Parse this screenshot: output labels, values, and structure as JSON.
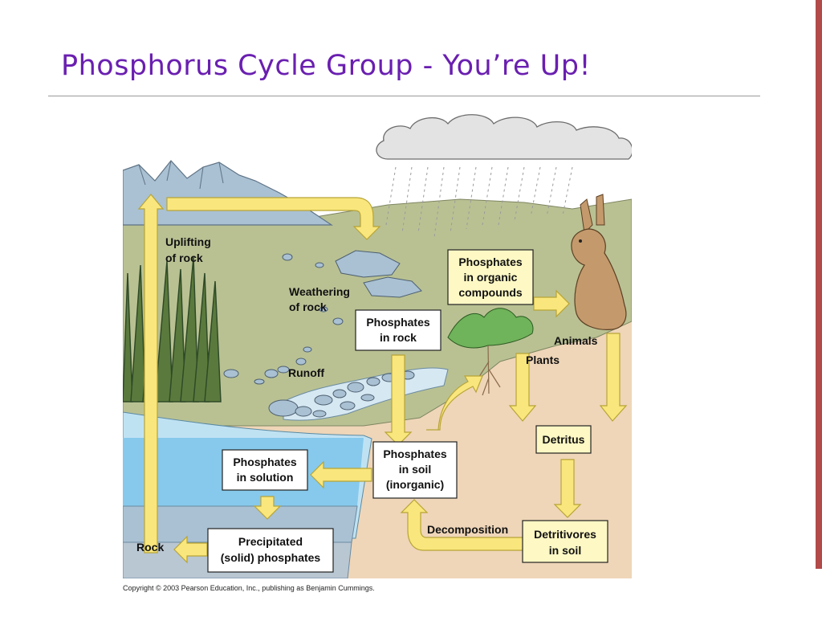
{
  "slide": {
    "title": "Phosphorus Cycle Group - You’re Up!",
    "copyright": "Copyright © 2003 Pearson Education, Inc., publishing as Benjamin Cummings."
  },
  "diagram": {
    "labels": {
      "uplifting_1": "Uplifting",
      "uplifting_2": "of rock",
      "weathering_1": "Weathering",
      "weathering_2": "of rock",
      "runoff": "Runoff",
      "animals": "Animals",
      "plants": "Plants",
      "decomposition": "Decomposition",
      "rock": "Rock"
    },
    "boxes": {
      "phosphates_in_rock": [
        "Phosphates",
        "in rock"
      ],
      "phosphates_organic": [
        "Phosphates",
        "in organic",
        "compounds"
      ],
      "detritus": [
        "Detritus"
      ],
      "phosphates_soil": [
        "Phosphates",
        "in soil",
        "(inorganic)"
      ],
      "phosphates_solution": [
        "Phosphates",
        "in solution"
      ],
      "precipitated": [
        "Precipitated",
        "(solid) phosphates"
      ],
      "detritivores": [
        "Detritivores",
        "in soil"
      ]
    }
  },
  "colors": {
    "title": "#6a1fb0",
    "arrow_fill": "#f9e77d",
    "arrow_stroke": "#b8a437",
    "box_fill": "#fdf8c4",
    "soil": "#efd6b8",
    "grass": "#b9c193",
    "water": "#86c9ec",
    "sky": "#ffffff",
    "side_bar": "#b24a4a"
  }
}
